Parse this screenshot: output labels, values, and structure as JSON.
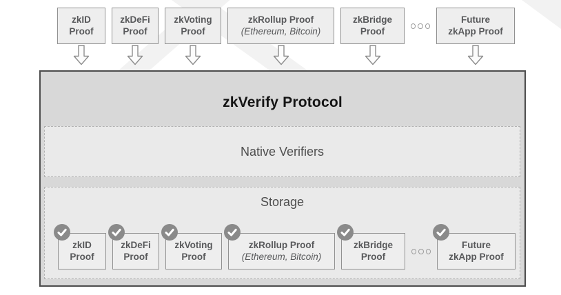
{
  "title": "zkVerify Protocol",
  "sections": {
    "native_verifiers": "Native Verifiers",
    "storage": "Storage"
  },
  "proofs": [
    {
      "line1": "zkID",
      "line2": "Proof"
    },
    {
      "line1": "zkDeFi",
      "line2": "Proof"
    },
    {
      "line1": "zkVoting",
      "line2": "Proof"
    },
    {
      "line1": "zkRollup Proof",
      "line2": "(Ethereum, Bitcoin)"
    },
    {
      "line1": "zkBridge",
      "line2": "Proof"
    },
    {
      "line1": "Future",
      "line2": "zkApp Proof"
    }
  ],
  "ellipsis_dot_count": 3,
  "colors": {
    "main_box_fill": "#d8d8d8",
    "main_box_border": "#4c4c4c",
    "panel_fill": "#eaeaea",
    "panel_dashed_border": "#b2b2b2",
    "proof_box_fill": "#eeeeee",
    "proof_box_border": "#919191",
    "proof_text": "#58595b",
    "badge_fill": "#8a8a8a",
    "badge_check": "#ffffff",
    "arrow_stroke": "#8d8d8d"
  }
}
